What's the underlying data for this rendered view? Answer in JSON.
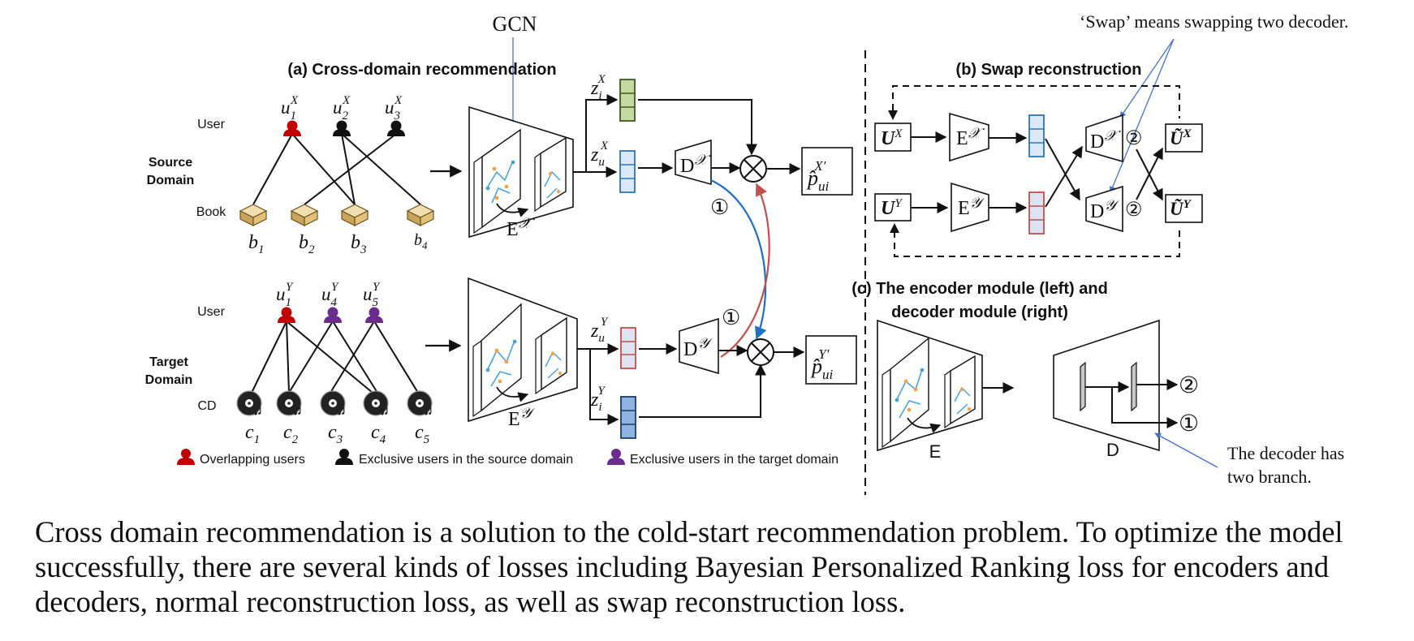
{
  "annotations": {
    "gcn": "GCN",
    "swap_note": "‘Swap’ means swapping two decoder.",
    "decoder_note_line1": "The decoder has",
    "decoder_note_line2": "two branch."
  },
  "panels": {
    "a_title": "(a) Cross-domain recommendation",
    "b_title": "(b) Swap reconstruction",
    "c_title_line1": "(c) The encoder module (left) and",
    "c_title_line2": "decoder module (right)"
  },
  "source_domain": {
    "label_line1": "Source",
    "label_line2": "Domain",
    "user_row": "User",
    "item_row": "Book",
    "users": [
      {
        "base": "u",
        "sub": "1",
        "sup": "X",
        "type": "overlapping"
      },
      {
        "base": "u",
        "sub": "2",
        "sup": "X",
        "type": "source"
      },
      {
        "base": "u",
        "sub": "3",
        "sup": "X",
        "type": "source"
      }
    ],
    "items": [
      {
        "base": "b",
        "sub": "1"
      },
      {
        "base": "b",
        "sub": "2"
      },
      {
        "base": "b",
        "sub": "3"
      },
      {
        "base": "b",
        "sub": "4"
      }
    ],
    "encoder": {
      "base": "E",
      "sup": "𝒳"
    },
    "decoder": {
      "base": "D",
      "sup": "𝒳"
    },
    "item_emb": {
      "base": "z",
      "sub": "i",
      "sup": "X"
    },
    "user_emb": {
      "base": "z",
      "sub": "u",
      "sup": "X"
    },
    "prediction": {
      "base": "p̂",
      "sub": "ui",
      "sup": "X′"
    }
  },
  "target_domain": {
    "label_line1": "Target",
    "label_line2": "Domain",
    "user_row": "User",
    "item_row": "CD",
    "users": [
      {
        "base": "u",
        "sub": "1",
        "sup": "Y",
        "type": "overlapping"
      },
      {
        "base": "u",
        "sub": "4",
        "sup": "Y",
        "type": "target"
      },
      {
        "base": "u",
        "sub": "5",
        "sup": "Y",
        "type": "target"
      }
    ],
    "items": [
      {
        "base": "c",
        "sub": "1"
      },
      {
        "base": "c",
        "sub": "2"
      },
      {
        "base": "c",
        "sub": "3"
      },
      {
        "base": "c",
        "sub": "4"
      },
      {
        "base": "c",
        "sub": "5"
      }
    ],
    "encoder": {
      "base": "E",
      "sup": "𝒴"
    },
    "decoder": {
      "base": "D",
      "sup": "𝒴"
    },
    "item_emb": {
      "base": "z",
      "sub": "i",
      "sup": "Y"
    },
    "user_emb": {
      "base": "z",
      "sub": "u",
      "sup": "Y"
    },
    "prediction": {
      "base": "p̂",
      "sub": "ui",
      "sup": "Y′"
    }
  },
  "branch_marks": {
    "one": "①",
    "two": "②"
  },
  "swap": {
    "input_x": {
      "base": "U",
      "sup": "X"
    },
    "input_y": {
      "base": "U",
      "sup": "Y"
    },
    "encoder_x": {
      "base": "E",
      "sup": "𝒳"
    },
    "encoder_y": {
      "base": "E",
      "sup": "𝒴"
    },
    "decoder_x": {
      "base": "D",
      "sup": "𝒳"
    },
    "decoder_y": {
      "base": "D",
      "sup": "𝒴"
    },
    "output_x": {
      "base": "Ũ",
      "sup": "X"
    },
    "output_y": {
      "base": "Ũ",
      "sup": "Y"
    }
  },
  "modules": {
    "encoder_label": "E",
    "decoder_label": "D"
  },
  "legend": {
    "overlapping": "Overlapping users",
    "source_exclusive": "Exclusive users in the source domain",
    "target_exclusive": "Exclusive users in the target domain"
  },
  "colors": {
    "overlapping_user": "#c00000",
    "source_user": "#111111",
    "target_user": "#6a2d8c",
    "item_emb_fill": "#c5d9a3",
    "item_emb_stroke": "#3c5a1a",
    "source_user_emb_fill": "#dbe8f7",
    "source_user_emb_stroke": "#2e75b6",
    "target_user_emb_fill": "#dde3f2",
    "target_user_emb_stroke": "#c0504d",
    "target_item_emb_fill": "#8fb4e3",
    "target_item_emb_stroke": "#1f3b63",
    "arrow_blue": "#1f6fc2",
    "arrow_red": "#c0504d",
    "annotation_line": "#4472c4"
  },
  "caption": "Cross domain recommendation is a solution to the cold-start recommendation problem. To optimize the model successfully, there are several kinds of losses including Bayesian Personalized Ranking loss for encoders and decoders, normal reconstruction loss, as well as swap reconstruction loss."
}
